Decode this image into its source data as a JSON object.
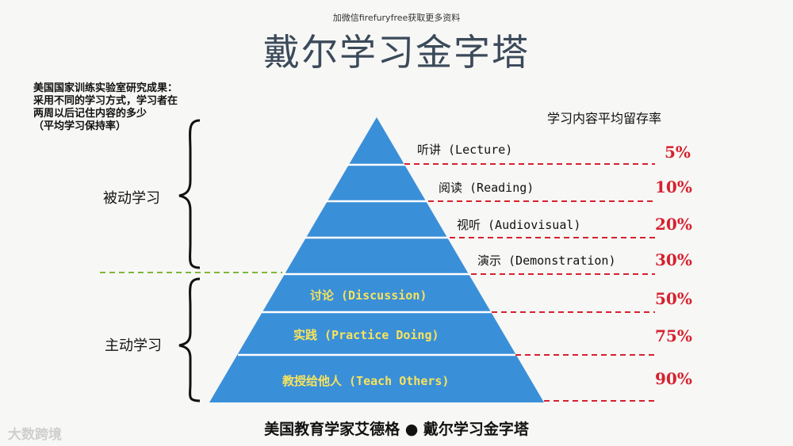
{
  "top_note": "加微信firefuryfree获取更多资料",
  "title": "戴尔学习金字塔",
  "intro_note": "美国国家训练实验室研究成果：\n采用不同的学习方式，学习者在\n两周以后记住内容的多少\n（平均学习保持率）",
  "rate_header": "学习内容平均留存率",
  "groups": {
    "passive": "被动学习",
    "active": "主动学习"
  },
  "layers": [
    {
      "label": "听讲 (Lecture)",
      "rate": "5%",
      "active": false
    },
    {
      "label": "阅读 (Reading)",
      "rate": "10%",
      "active": false
    },
    {
      "label": "视听 (Audiovisual)",
      "rate": "20%",
      "active": false
    },
    {
      "label": "演示 (Demonstration)",
      "rate": "30%",
      "active": false
    },
    {
      "label": "讨论 (Discussion)",
      "rate": "50%",
      "active": true
    },
    {
      "label": "实践 (Practice Doing)",
      "rate": "75%",
      "active": true
    },
    {
      "label": "教授给他人 (Teach Others)",
      "rate": "90%",
      "active": true
    }
  ],
  "footer": "美国教育学家艾德格 ● 戴尔学习金字塔",
  "watermark": "大数跨境",
  "colors": {
    "pyramid": "#3a8fd9",
    "active_text": "#f7e35c",
    "rate": "#d6212f",
    "dashed_red": "#d6212f",
    "dashed_green": "#7cb83a"
  }
}
